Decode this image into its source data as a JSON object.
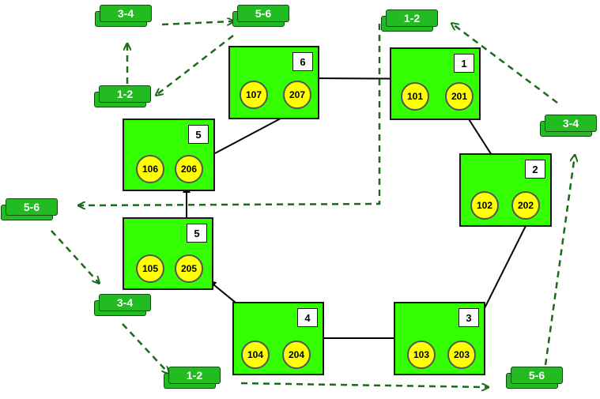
{
  "rooms": [
    {
      "id": "r6",
      "number": "6",
      "seats": [
        "107",
        "207"
      ]
    },
    {
      "id": "r1",
      "number": "1",
      "seats": [
        "101",
        "201"
      ]
    },
    {
      "id": "r5a",
      "number": "5",
      "seats": [
        "106",
        "206"
      ]
    },
    {
      "id": "r2",
      "number": "2",
      "seats": [
        "102",
        "202"
      ]
    },
    {
      "id": "r5b",
      "number": "5",
      "seats": [
        "105",
        "205"
      ]
    },
    {
      "id": "r4",
      "number": "4",
      "seats": [
        "104",
        "204"
      ]
    },
    {
      "id": "r3",
      "number": "3",
      "seats": [
        "103",
        "203"
      ]
    }
  ],
  "tags": [
    "3-4",
    "5-6",
    "1-2",
    "1-2",
    "3-4",
    "5-6",
    "3-4",
    "1-2",
    "5-6"
  ],
  "colors": {
    "room_fill": "#33ff00",
    "seat_fill": "#ffff00",
    "tag_fill": "#22bb22",
    "dashed_arrow": "#1a6b1a",
    "solid_arrow": "#000000"
  }
}
